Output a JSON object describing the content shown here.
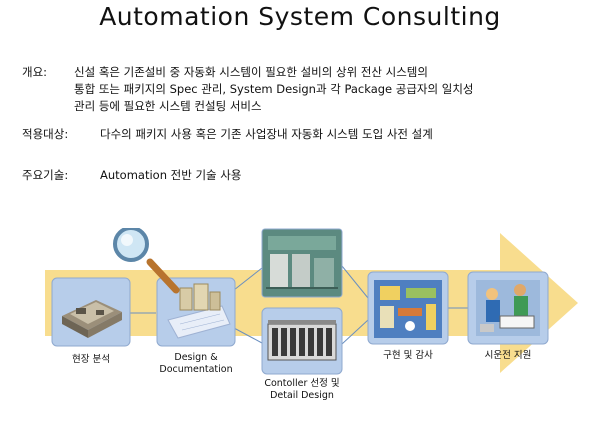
{
  "title": "Automation System Consulting",
  "sections": {
    "purpose": {
      "label": "개요:",
      "lines": [
        "신설 혹은 기존설비 중 자동화 시스템이 필요한 설비의 상위 전산 시스템의",
        "통합 또는 패키지의 Spec 관리, System Design과 각 Package 공급자의 일치성",
        "관리 등에 필요한 시스템 컨설팅 서비스"
      ]
    },
    "target": {
      "label": "적용대상:",
      "text": "다수의 패키지 사용 혹은 기존 사업장내 자동화 시스템 도입 사전 설계"
    },
    "tech": {
      "label": "주요기술:",
      "text": "Automation 전반 기술 사용"
    }
  },
  "steps": {
    "site_analysis": "현장 분석",
    "design_doc": [
      "Design &",
      "Documentation"
    ],
    "controller": [
      "Contoller 선정 및",
      "Detail Design"
    ],
    "implementation": "구현 및 감사",
    "commissioning": "시운전 지원"
  },
  "colors": {
    "arrow": "#f7d77a",
    "box": "#b7cdea",
    "line": "#6a8fc0"
  }
}
